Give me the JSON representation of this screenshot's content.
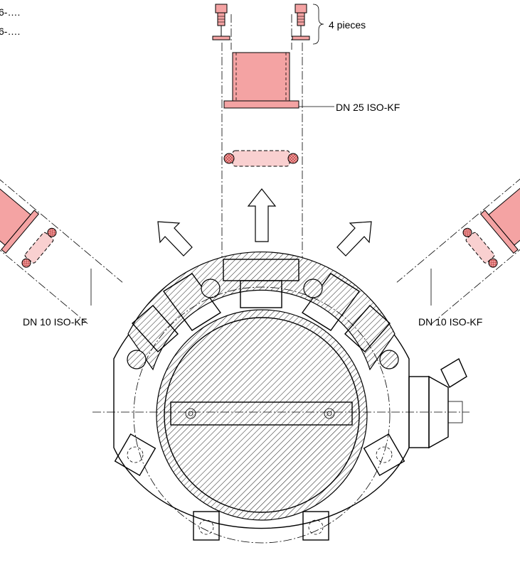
{
  "header": {
    "line1": "6-….",
    "line2": "6-…."
  },
  "labels": {
    "pieces": "4 pieces",
    "dn25": "DN 25 ISO-KF",
    "dn10_left": "DN 10 ISO-KF",
    "dn10_right": "DN 10 ISO-KF"
  },
  "colors": {
    "part_fill": "#f4a3a3",
    "part_fill_light": "#f9d0d0",
    "line": "#000000"
  }
}
